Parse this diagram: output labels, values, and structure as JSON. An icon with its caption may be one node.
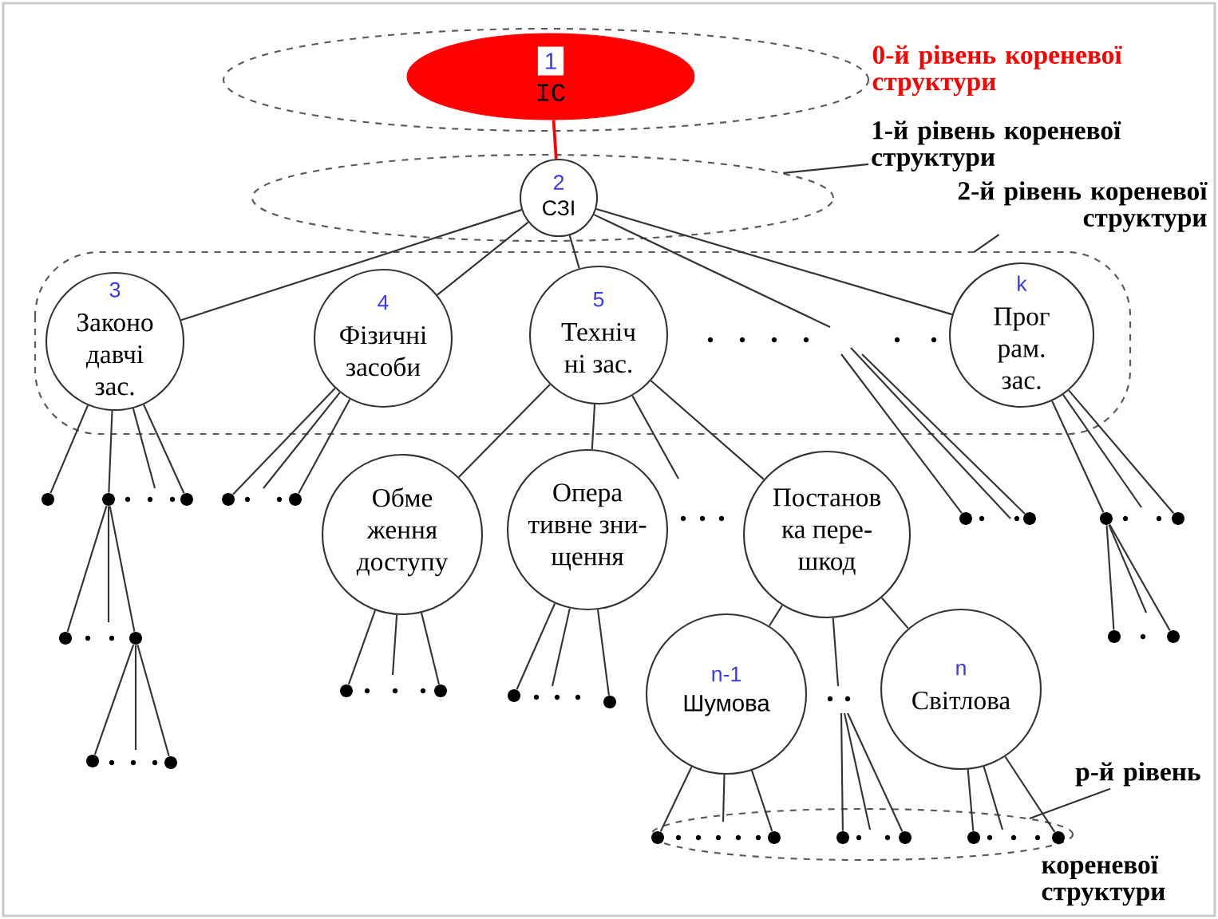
{
  "diagram": {
    "nodes": [
      {
        "text": [
          "1",
          "IC"
        ]
      },
      {
        "text": [
          "2",
          "СЗІ"
        ],
        "in": 39
      },
      {
        "text": [
          "3",
          "Законо давчі зас."
        ]
      },
      {
        "text": [
          "4",
          "Фізичні засоби"
        ]
      },
      {
        "text": [
          "5",
          "Техніч ні зас."
        ]
      },
      {
        "text": [
          "k",
          "Прог рам. зас."
        ]
      },
      {
        "text": [
          "Обме ження доступу"
        ]
      },
      {
        "text": [
          "Опера тивне зни- щення"
        ]
      },
      {
        "text": [
          "Постанов ка пере- шкод"
        ]
      },
      {
        "text": [
          "n-1",
          "Шумова"
        ]
      },
      {
        "text": [
          "n",
          "Світлова"
        ]
      },
      {
        "text": [],
        "shape": "circle"
      },
      {
        "text": [],
        "shape": "circle"
      },
      {
        "text": [],
        "shape": "circle"
      },
      {
        "text": [],
        "shape": "circle"
      },
      {
        "text": [],
        "shape": "circle"
      },
      {
        "text": [],
        "shape": "circle"
      },
      {
        "text": [],
        "shape": "circle"
      },
      {
        "text": [],
        "shape": "circle"
      },
      {
        "text": [],
        "shape": "circle"
      },
      {
        "text": [],
        "shape": "circle"
      },
      {
        "text": [],
        "shape": "circle"
      },
      {
        "text": [],
        "shape": "circle"
      },
      {
        "text": [],
        "shape": "circle"
      },
      {
        "text": [],
        "shape": "circle"
      },
      {
        "text": [],
        "shape": "circle"
      },
      {
        "text": [],
        "shape": "circle"
      },
      {
        "text": [],
        "shape": "circle"
      },
      {
        "text": [],
        "shape": "circle"
      },
      {
        "text": [],
        "shape": "circle"
      },
      {
        "text": [],
        "shape": "circle"
      },
      {
        "text": [],
        "shape": "circle"
      },
      {
        "text": [],
        "shape": "circle"
      },
      {
        "text": [],
        "shape": "circle"
      },
      {
        "text": [],
        "shape": "circle"
      },
      {
        "text": [],
        "shape": "circle"
      },
      {
        "text": [
          "1-й рівень кореневої структури"
        ]
      },
      {
        "text": [
          "2-й рівень кореневої структури"
        ]
      },
      {
        "text": [
          "р-й рівень"
        ]
      },
      {
        "text": [],
        "shape": "ellipse"
      }
    ],
    "edges": [
      {
        "from": 0,
        "to": 1,
        "arrow": "none",
        "color": "#ff0000"
      },
      {
        "from": 1,
        "to": 2,
        "arrow": "none"
      },
      {
        "from": 1,
        "to": 3,
        "arrow": "none"
      },
      {
        "from": 1,
        "to": 4,
        "arrow": "none"
      },
      {
        "from": 1,
        "to": 5,
        "arrow": "none"
      },
      {
        "from": 1,
        "to": null,
        "arrow": "none"
      },
      {
        "from": 2,
        "to": 11,
        "arrow": "none"
      },
      {
        "from": 2,
        "to": 12,
        "arrow": "none"
      },
      {
        "from": 2,
        "to": null,
        "arrow": "none"
      },
      {
        "from": 2,
        "to": 13,
        "arrow": "none"
      },
      {
        "from": 12,
        "to": 20,
        "arrow": "none"
      },
      {
        "from": 12,
        "to": null,
        "arrow": "none"
      },
      {
        "from": 12,
        "to": 21,
        "arrow": "none"
      },
      {
        "from": 21,
        "to": 28,
        "arrow": "none"
      },
      {
        "from": 21,
        "to": null,
        "arrow": "none"
      },
      {
        "from": 21,
        "to": 29,
        "arrow": "none"
      },
      {
        "from": 3,
        "to": 14,
        "arrow": "none"
      },
      {
        "from": 3,
        "to": null,
        "arrow": "none"
      },
      {
        "from": 3,
        "to": 15,
        "arrow": "none"
      },
      {
        "from": null,
        "to": 16,
        "arrow": "none"
      },
      {
        "from": null,
        "to": 17,
        "arrow": "none"
      },
      {
        "from": 4,
        "to": 6,
        "arrow": "none"
      },
      {
        "from": 4,
        "to": 7,
        "arrow": "none"
      },
      {
        "from": 4,
        "to": 8,
        "arrow": "none"
      },
      {
        "from": 4,
        "to": null,
        "arrow": "none"
      },
      {
        "from": 5,
        "to": 18,
        "arrow": "none"
      },
      {
        "from": 5,
        "to": null,
        "arrow": "none"
      },
      {
        "from": 5,
        "to": 19,
        "arrow": "none"
      },
      {
        "from": 18,
        "to": 22,
        "arrow": "none"
      },
      {
        "from": 18,
        "to": null,
        "arrow": "none"
      },
      {
        "from": 18,
        "to": 23,
        "arrow": "none"
      },
      {
        "from": 6,
        "to": 24,
        "arrow": "none"
      },
      {
        "from": 6,
        "to": null,
        "arrow": "none"
      },
      {
        "from": 6,
        "to": 25,
        "arrow": "none"
      },
      {
        "from": 7,
        "to": 26,
        "arrow": "none"
      },
      {
        "from": 7,
        "to": null,
        "arrow": "none"
      },
      {
        "from": 7,
        "to": 27,
        "arrow": "none"
      },
      {
        "from": 8,
        "to": 9,
        "arrow": "none"
      },
      {
        "from": 8,
        "to": 10,
        "arrow": "none"
      },
      {
        "from": 8,
        "to": null,
        "arrow": "none"
      },
      {
        "from": 9,
        "to": 30,
        "arrow": "none"
      },
      {
        "from": 9,
        "to": null,
        "arrow": "none"
      },
      {
        "from": 9,
        "to": 31,
        "arrow": "none"
      },
      {
        "from": null,
        "to": 32,
        "arrow": "none"
      },
      {
        "from": null,
        "to": 33,
        "arrow": "none"
      },
      {
        "from": 10,
        "to": 34,
        "arrow": "none"
      },
      {
        "from": 10,
        "to": null,
        "arrow": "none"
      },
      {
        "from": 10,
        "to": 35,
        "arrow": "none"
      },
      {
        "from": 36,
        "to": 39,
        "arrow": "none"
      },
      {
        "from": 37,
        "to": null,
        "arrow": "none"
      },
      {
        "from": 38,
        "to": null,
        "arrow": "none"
      }
    ],
    "labels": [
      "0-й рівень кореневої структури",
      "кореневої структури"
    ]
  }
}
